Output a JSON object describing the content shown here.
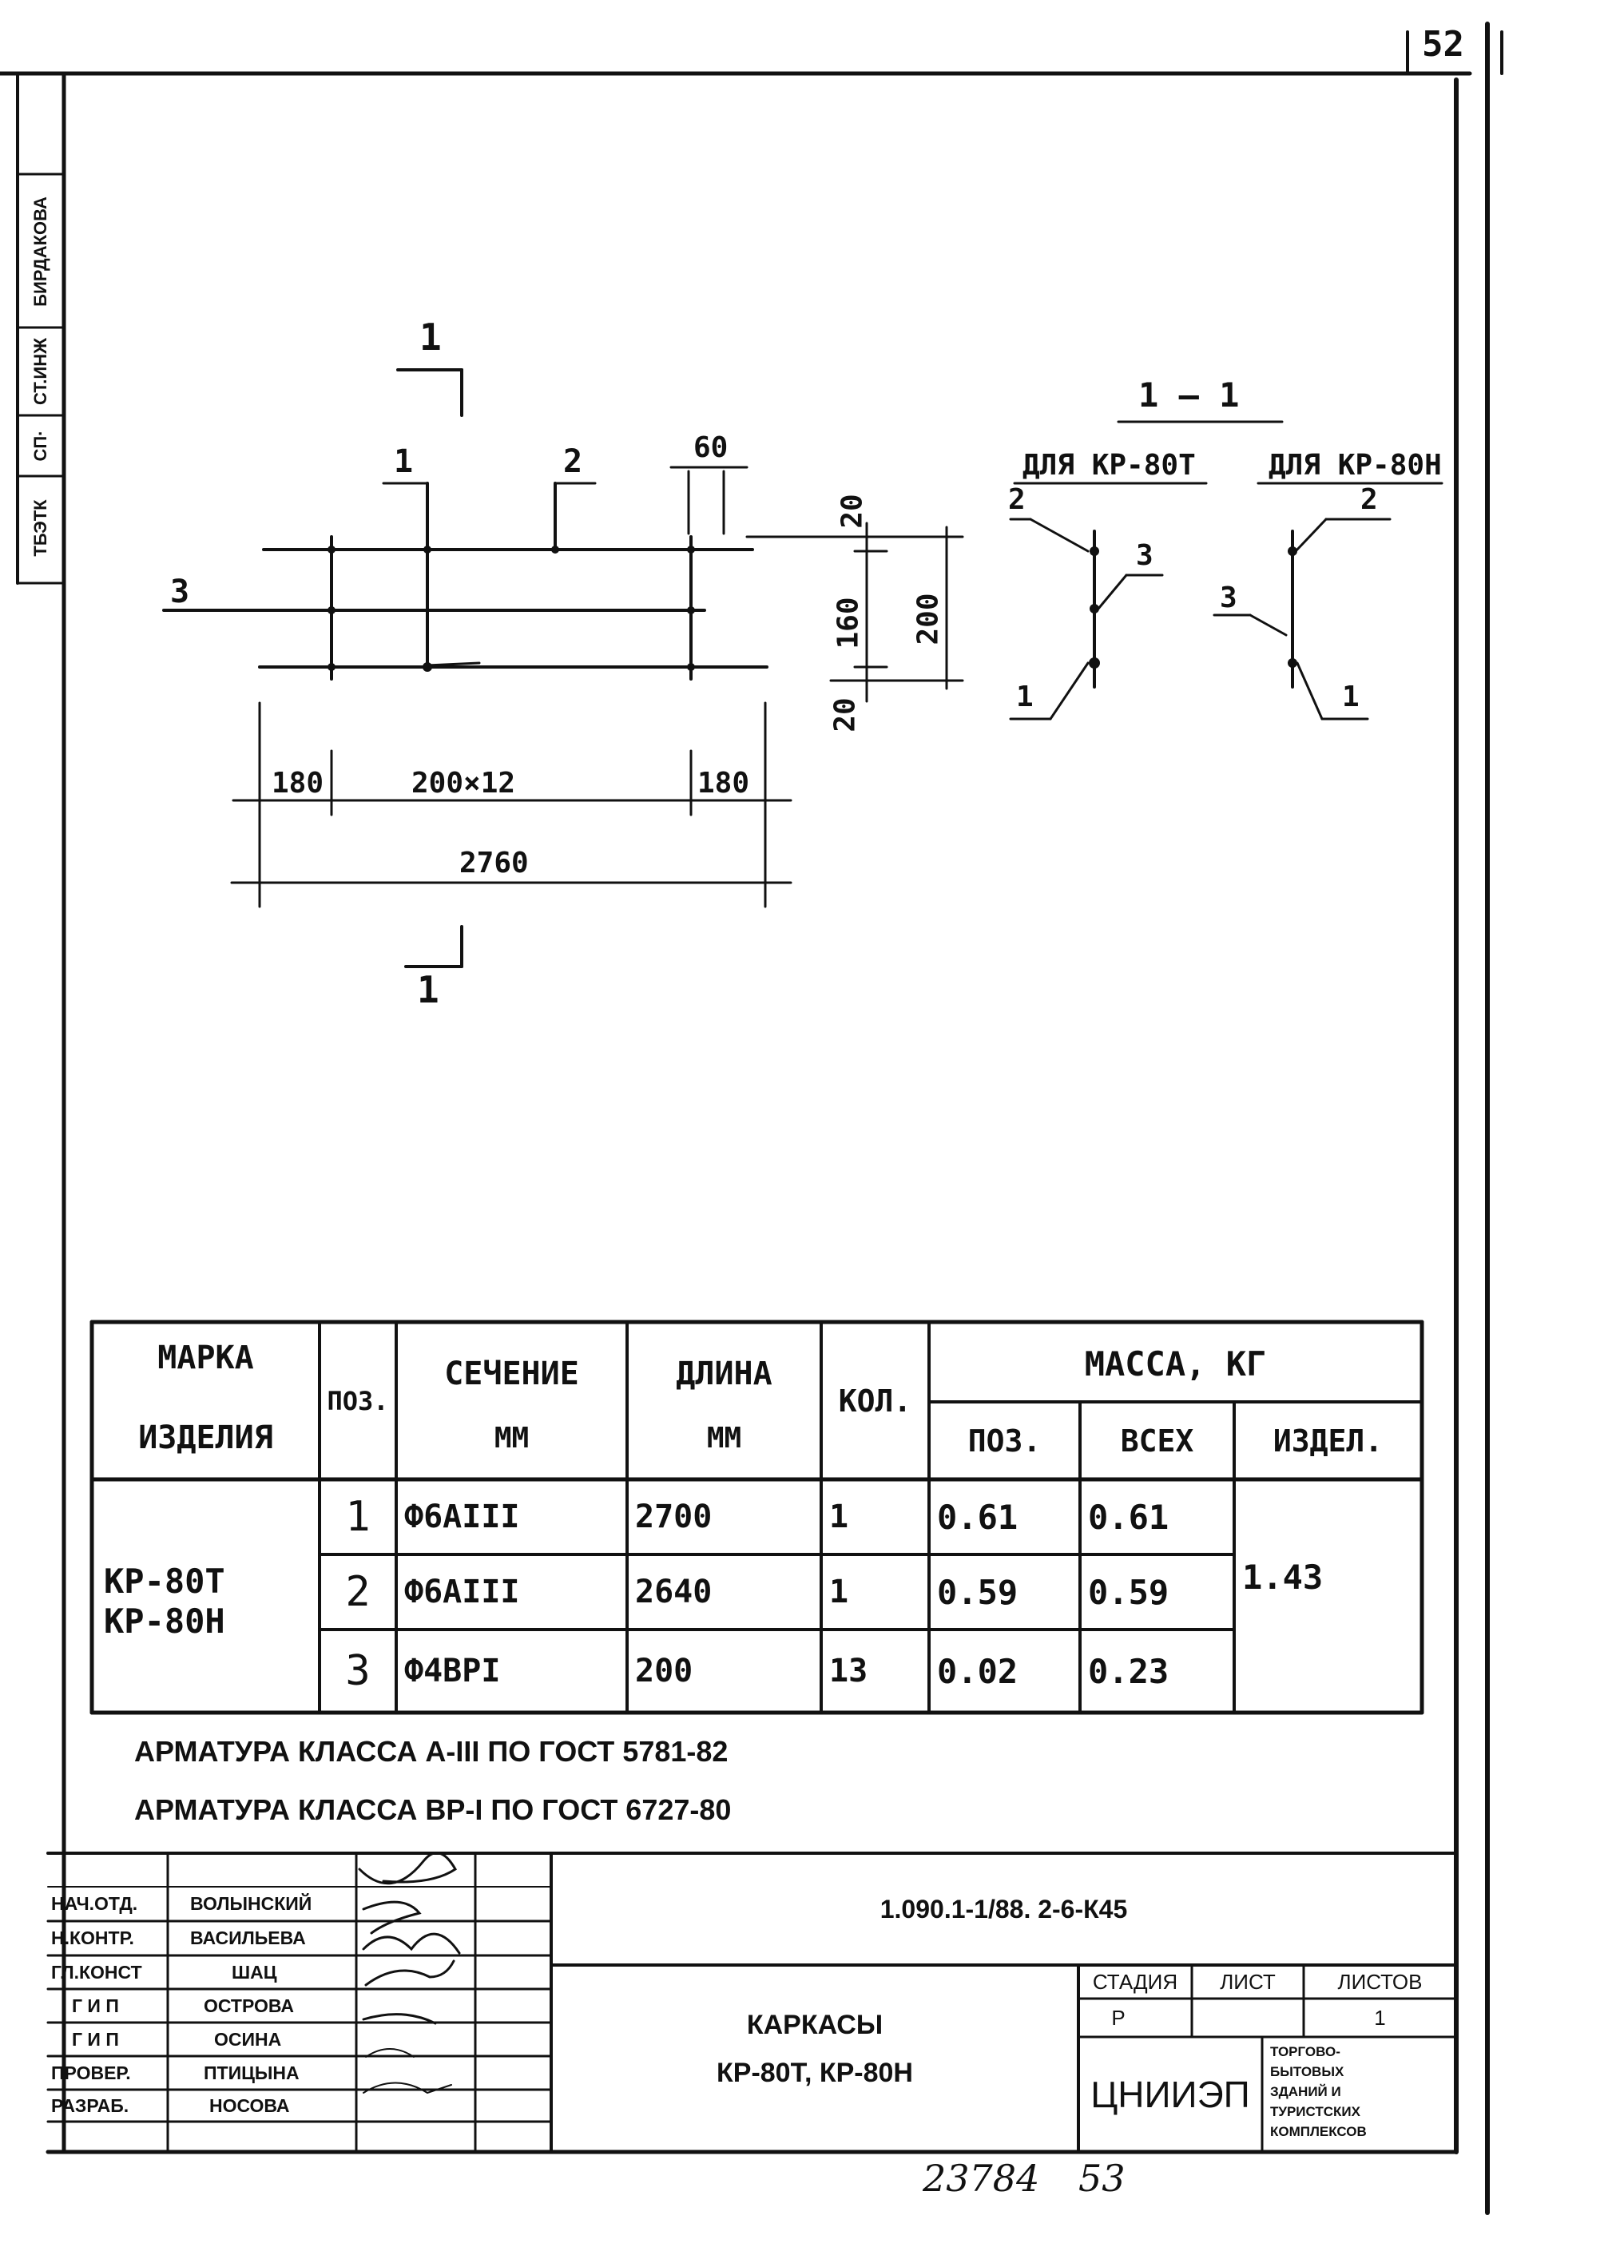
{
  "sheet_number_top": "52",
  "side_stamp": [
    "ТБЭТК",
    "СП·",
    "СТ.ИНЖ",
    "БИРДАКОВА"
  ],
  "drawing": {
    "section_mark_top": "1",
    "section_mark_bottom": "1",
    "pos_labels": {
      "p1": "1",
      "p2": "2",
      "p3": "3"
    },
    "dim_60": "60",
    "dims_vertical": [
      "20",
      "160",
      "200",
      "20"
    ],
    "dim_left": "180",
    "dim_middle": "200×12",
    "dim_right": "180",
    "dim_total": "2760",
    "section_title": "1 — 1",
    "section_kr80t": {
      "title": "ДЛЯ КР-80Т",
      "p1": "1",
      "p2": "2",
      "p3": "3"
    },
    "section_kr80n": {
      "title": "ДЛЯ КР-80Н",
      "p1": "1",
      "p2": "2",
      "p3": "3"
    }
  },
  "spec_table": {
    "headers": {
      "mark": [
        "МАРКА",
        "ИЗДЕЛИЯ"
      ],
      "pos": "ПОЗ.",
      "section": [
        "СЕЧЕНИЕ",
        "ММ"
      ],
      "length": [
        "ДЛИНА",
        "ММ"
      ],
      "qty": "КОЛ.",
      "mass": "МАССА, КГ",
      "mass_pos": "ПОЗ.",
      "mass_all": "ВСЕХ",
      "mass_item": "ИЗДЕЛ."
    },
    "marks": [
      "КР-80Т",
      "КР-80Н"
    ],
    "rows": [
      {
        "pos": "1",
        "section": "Ф6АIII",
        "length": "2700",
        "qty": "1",
        "mass_pos": "0.61",
        "mass_all": "0.61"
      },
      {
        "pos": "2",
        "section": "Ф6АIII",
        "length": "2640",
        "qty": "1",
        "mass_pos": "0.59",
        "mass_all": "0.59"
      },
      {
        "pos": "3",
        "section": "Ф4ВРI",
        "length": "200",
        "qty": "13",
        "mass_pos": "0.02",
        "mass_all": "0.23"
      }
    ],
    "item_mass": "1.43"
  },
  "notes": [
    "АРМАТУРА КЛАССА А-III ПО ГОСТ 5781-82",
    "АРМАТУРА КЛАССА ВР-I ПО ГОСТ 6727-80"
  ],
  "title_block": {
    "roles": [
      {
        "role": "НАЧ.ОТД.",
        "name": "ВОЛЫНСКИЙ"
      },
      {
        "role": "Н.КОНТР.",
        "name": "ВАСИЛЬЕВА"
      },
      {
        "role": "ГЛ.КОНСТ",
        "name": "ШАЦ"
      },
      {
        "role": "Г И П",
        "name": "ОСТРОВА"
      },
      {
        "role": "Г И П",
        "name": "ОСИНА"
      },
      {
        "role": "ПРОВЕР.",
        "name": "ПТИЦЫНА"
      },
      {
        "role": "РАЗРАБ.",
        "name": "НОСОВА"
      }
    ],
    "doc_code": "1.090.1-1/88. 2-6-К45",
    "title_line1": "КАРКАСЫ",
    "title_line2": "КР-80Т, КР-80Н",
    "stage_label": "СТАДИЯ",
    "sheet_label": "ЛИСТ",
    "sheets_label": "ЛИСТОВ",
    "stage_value": "Р",
    "sheet_value": "",
    "sheets_value": "1",
    "org": "ЦНИИЭП",
    "org_desc": [
      "ТОРГОВО-",
      "БЫТОВЫХ",
      "ЗДАНИЙ И",
      "ТУРИСТСКИХ",
      "КОМПЛЕКСОВ"
    ]
  },
  "bottom_handwritten": "23784",
  "bottom_page": "53"
}
